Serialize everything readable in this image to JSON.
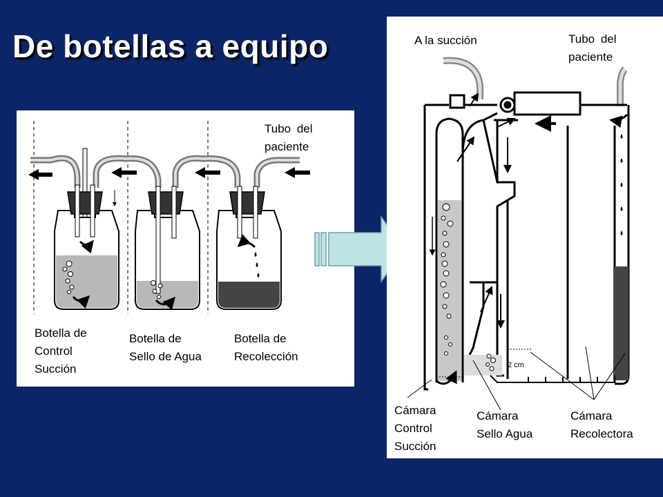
{
  "slide": {
    "title": "De botellas a  equipo"
  },
  "left_panel": {
    "patient_tube": [
      "Tubo del",
      "paciente"
    ],
    "bottles": [
      {
        "name": "suction-control",
        "lines": [
          "Botella de",
          "Control",
          "Succión"
        ]
      },
      {
        "name": "water-seal",
        "lines": [
          "Botella de",
          "Sello de Agua"
        ]
      },
      {
        "name": "collection",
        "lines": [
          "Botella de",
          "Recolección"
        ]
      }
    ]
  },
  "right_panel": {
    "suction_label": "A la succión",
    "patient_tube": [
      "Tubo del",
      "paciente"
    ],
    "measure_label": "2 cm",
    "chambers": [
      {
        "name": "suction-control",
        "lines": [
          "Cámara",
          "Control",
          "Succión"
        ]
      },
      {
        "name": "water-seal",
        "lines": [
          "Cámara",
          "Sello Agua"
        ]
      },
      {
        "name": "collection",
        "lines": [
          "Cámara",
          "Recolectora"
        ]
      }
    ]
  },
  "colors": {
    "background": "#0c2566",
    "arrow_fill": "#bfe3e3",
    "arrow_stroke": "#6f9fb0",
    "fluid_gray": "#b8b8b8",
    "fluid_dark": "#444444"
  }
}
